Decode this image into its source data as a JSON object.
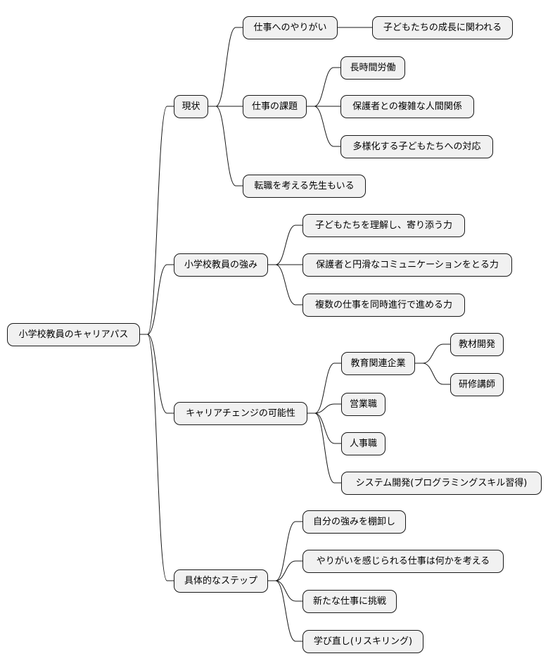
{
  "mindmap": {
    "root": "小学校教員のキャリアパス",
    "branches": [
      {
        "label": "現状",
        "children": [
          {
            "label": "仕事へのやりがい",
            "children": [
              {
                "label": "子どもたちの成長に関われる"
              }
            ]
          },
          {
            "label": "仕事の課題",
            "children": [
              {
                "label": "長時間労働"
              },
              {
                "label": "保護者との複雑な人間関係"
              },
              {
                "label": "多様化する子どもたちへの対応"
              }
            ]
          },
          {
            "label": "転職を考える先生もいる"
          }
        ]
      },
      {
        "label": "小学校教員の強み",
        "children": [
          {
            "label": "子どもたちを理解し、寄り添う力"
          },
          {
            "label": "保護者と円滑なコミュニケーションをとる力"
          },
          {
            "label": "複数の仕事を同時進行で進める力"
          }
        ]
      },
      {
        "label": "キャリアチェンジの可能性",
        "children": [
          {
            "label": "教育関連企業",
            "children": [
              {
                "label": "教材開発"
              },
              {
                "label": "研修講師"
              }
            ]
          },
          {
            "label": "営業職"
          },
          {
            "label": "人事職"
          },
          {
            "label": "システム開発(プログラミングスキル習得)"
          }
        ]
      },
      {
        "label": "具体的なステップ",
        "children": [
          {
            "label": "自分の強みを棚卸し"
          },
          {
            "label": "やりがいを感じられる仕事は何かを考える"
          },
          {
            "label": "新たな仕事に挑戦"
          },
          {
            "label": "学び直し(リスキリング)"
          }
        ]
      }
    ]
  }
}
